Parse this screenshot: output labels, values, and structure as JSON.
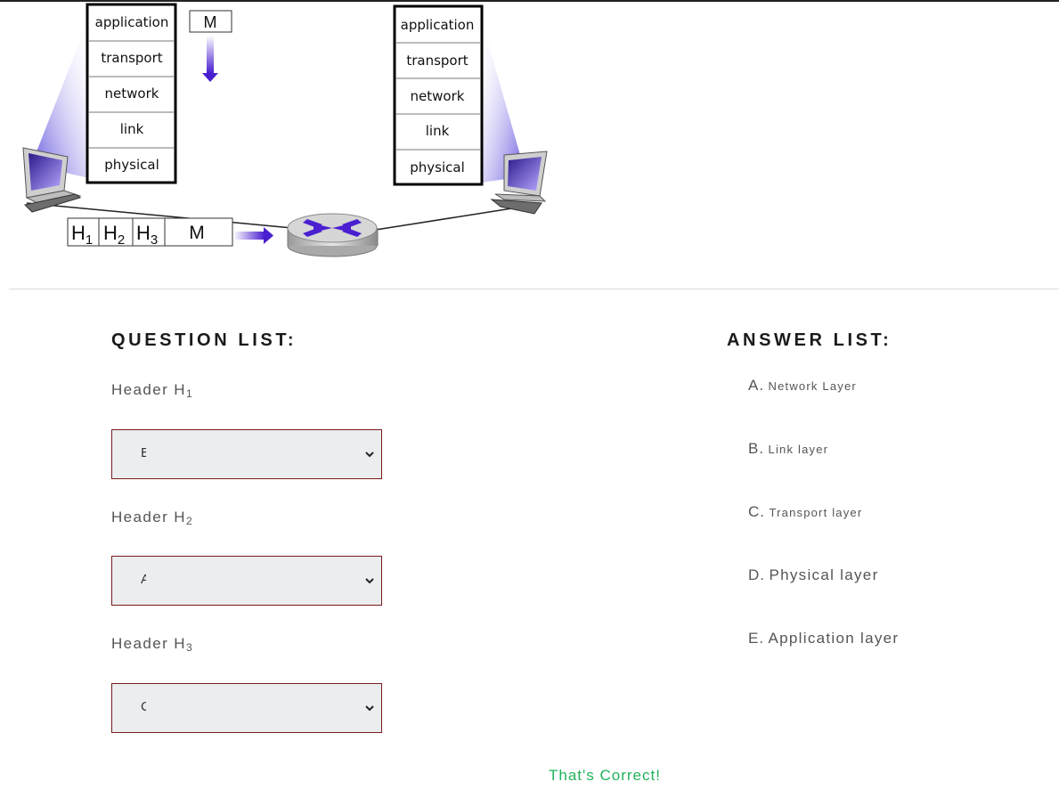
{
  "figure": {
    "left_stack": [
      "application",
      "transport",
      "network",
      "link",
      "physical"
    ],
    "right_stack": [
      "application",
      "transport",
      "network",
      "link",
      "physical"
    ],
    "message_label": "M",
    "packet": {
      "headers": [
        {
          "letter": "H",
          "sub": "1"
        },
        {
          "letter": "H",
          "sub": "2"
        },
        {
          "letter": "H",
          "sub": "3"
        }
      ],
      "message": "M"
    },
    "colors": {
      "accent": "#5a2bd6",
      "arrow": "#5522cc"
    }
  },
  "questions": {
    "title": "QUESTION LIST:",
    "items": [
      {
        "label": "Header H",
        "sub": "1",
        "selected": "B"
      },
      {
        "label": "Header H",
        "sub": "2",
        "selected": "A"
      },
      {
        "label": "Header H",
        "sub": "3",
        "selected": "C"
      }
    ]
  },
  "answers": {
    "title": "ANSWER LIST:",
    "items": [
      {
        "letter": "A.",
        "text": "Network Layer"
      },
      {
        "letter": "B.",
        "text": "Link layer"
      },
      {
        "letter": "C.",
        "text": "Transport layer"
      },
      {
        "letter": "D.",
        "text": "Physical layer"
      },
      {
        "letter": "E.",
        "text": "Application layer"
      }
    ]
  },
  "feedback": {
    "text": "That's Correct!",
    "color": "#22b25c"
  }
}
